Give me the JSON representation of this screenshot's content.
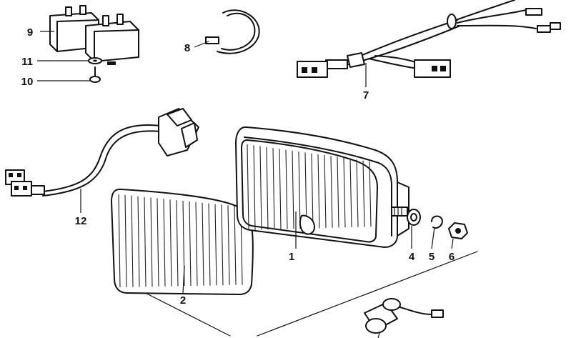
{
  "callouts": [
    {
      "id": "c1",
      "label": "1"
    },
    {
      "id": "c2",
      "label": "2"
    },
    {
      "id": "c4",
      "label": "4"
    },
    {
      "id": "c5",
      "label": "5"
    },
    {
      "id": "c6",
      "label": "6"
    },
    {
      "id": "c7",
      "label": "7"
    },
    {
      "id": "c8",
      "label": "8"
    },
    {
      "id": "c9",
      "label": "9"
    },
    {
      "id": "c10",
      "label": "10"
    },
    {
      "id": "c11",
      "label": "11"
    },
    {
      "id": "c12",
      "label": "12"
    }
  ],
  "colors": {
    "ink": "#111111",
    "paper": "#ffffff"
  }
}
